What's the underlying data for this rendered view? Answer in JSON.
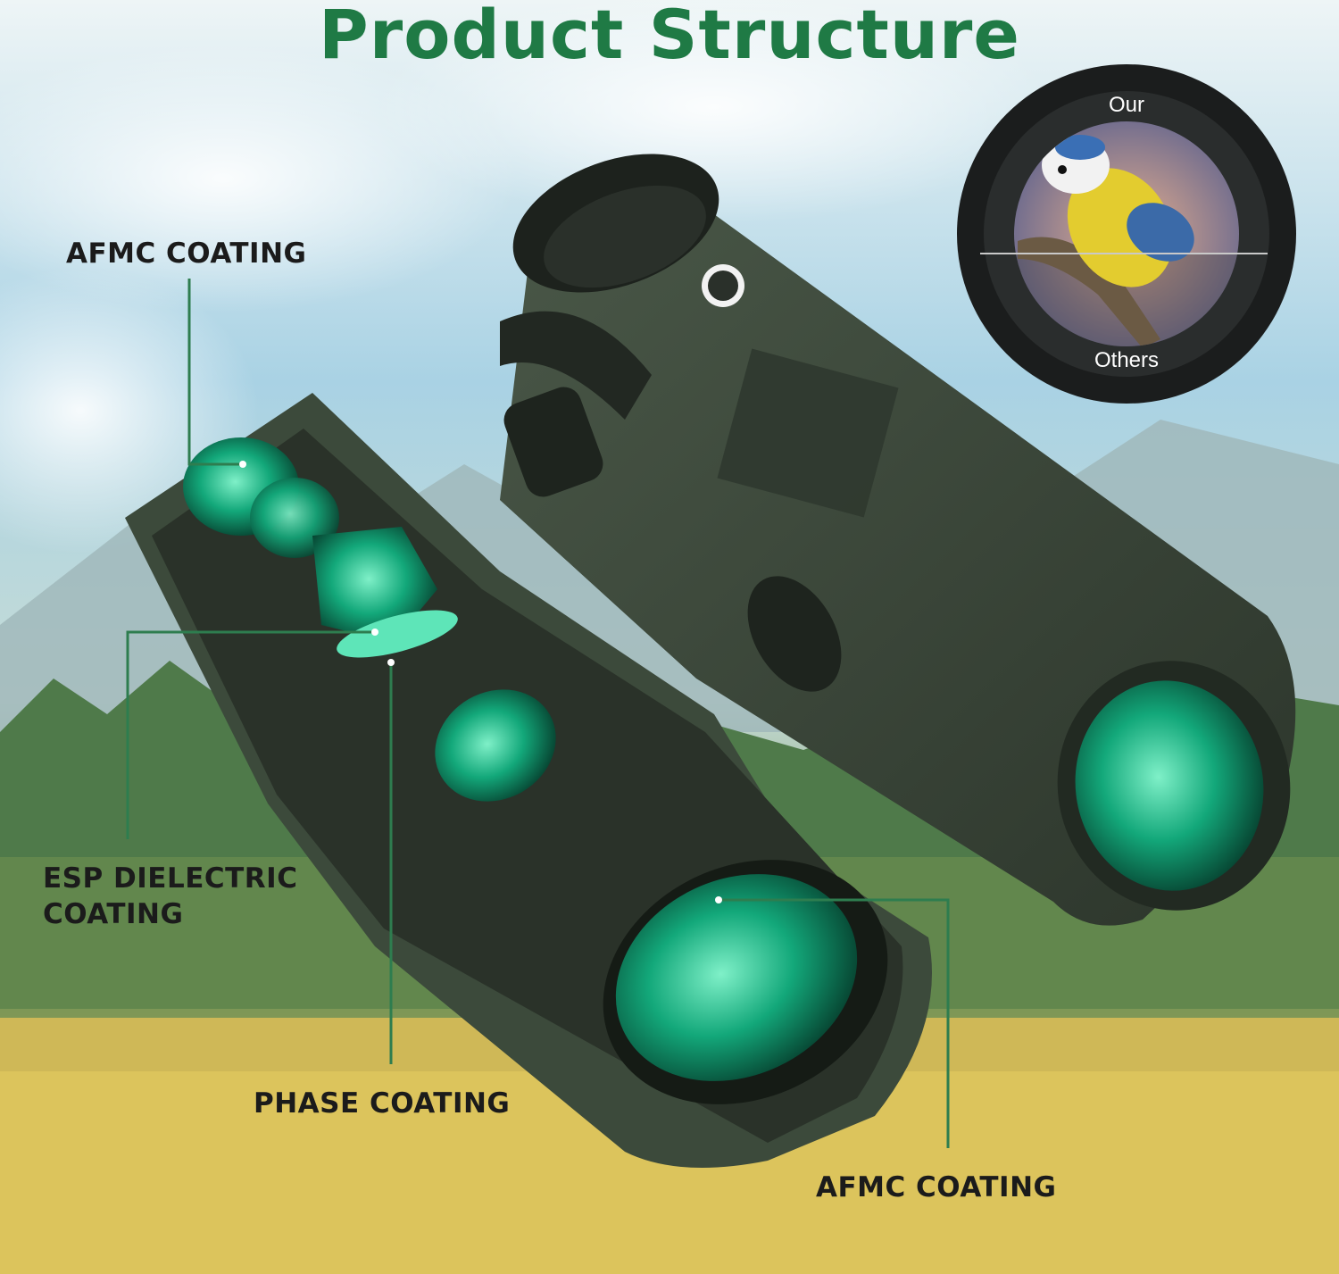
{
  "title": "Product Structure",
  "callouts": {
    "afmc_top": "AFMC COATING",
    "esp_line1": "ESP DIELECTRIC",
    "esp_line2": "COATING",
    "phase": "PHASE COATING",
    "afmc_bottom": "AFMC COATING"
  },
  "inset": {
    "top_label": "Our",
    "bottom_label": "Others"
  },
  "colors": {
    "title": "#1f7a45",
    "leader_line": "#2e7d4f",
    "binocular_body": "#3d4a3c",
    "lens_glass": "#1fbf8f"
  }
}
